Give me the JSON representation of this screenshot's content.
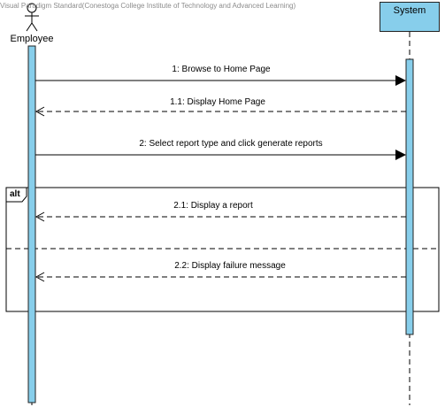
{
  "watermark": "Visual Paradigm Standard(Conestoga College Institute of Technology and Advanced Learning)",
  "actor": {
    "name": "Employee"
  },
  "system": {
    "name": "System"
  },
  "colors": {
    "activation": "#87ceeb",
    "line": "#000000",
    "frame": "#000000"
  },
  "messages": [
    {
      "label": "1: Browse to Home Page",
      "kind": "sync"
    },
    {
      "label": "1.1: Display Home Page",
      "kind": "return"
    },
    {
      "label": "2: Select report type and click generate reports",
      "kind": "sync"
    },
    {
      "label": "2.1: Display a report",
      "kind": "return"
    },
    {
      "label": "2.2: Display failure message",
      "kind": "return"
    }
  ],
  "fragment": {
    "operator": "alt"
  }
}
